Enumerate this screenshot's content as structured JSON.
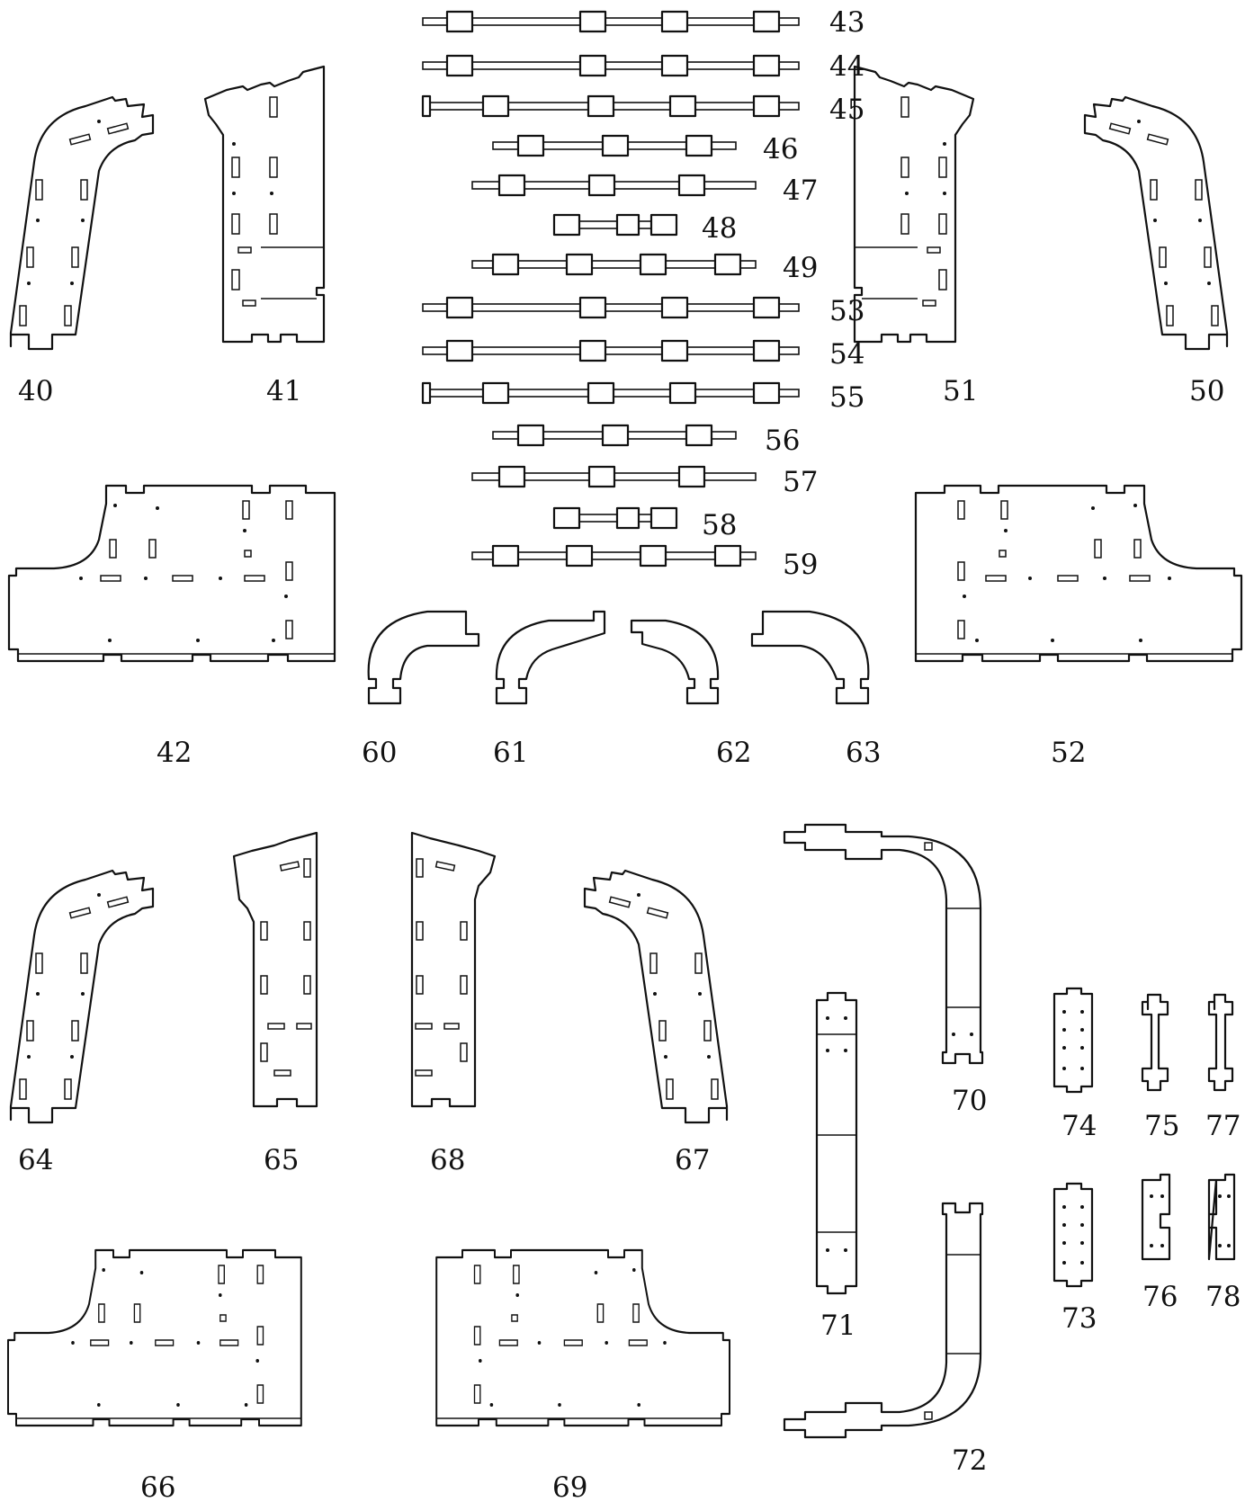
{
  "labels": {
    "p40": "40",
    "p41": "41",
    "p42": "42",
    "p43": "43",
    "p44": "44",
    "p45": "45",
    "p46": "46",
    "p47": "47",
    "p48": "48",
    "p49": "49",
    "p50": "50",
    "p51": "51",
    "p52": "52",
    "p53": "53",
    "p54": "54",
    "p55": "55",
    "p56": "56",
    "p57": "57",
    "p58": "58",
    "p59": "59",
    "p60": "60",
    "p61": "61",
    "p62": "62",
    "p63": "63",
    "p64": "64",
    "p65": "65",
    "p66": "66",
    "p67": "67",
    "p68": "68",
    "p69": "69",
    "p70": "70",
    "p71": "71",
    "p72": "72",
    "p73": "73",
    "p74": "74",
    "p75": "75",
    "p76": "76",
    "p77": "77",
    "p78": "78"
  }
}
